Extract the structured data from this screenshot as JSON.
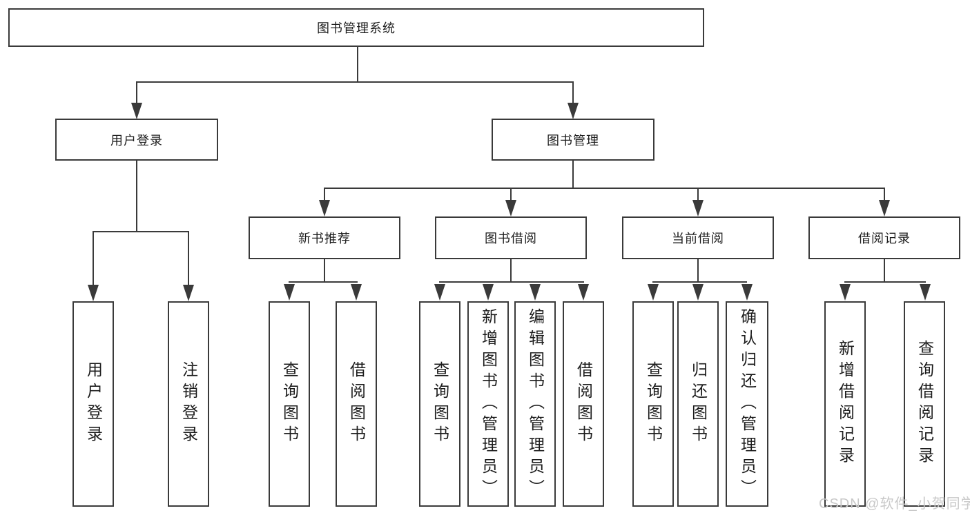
{
  "tree": {
    "root": "图书管理系统",
    "branches": [
      {
        "label": "用户登录",
        "children": [
          "用户登录",
          "注销登录"
        ]
      },
      {
        "label": "图书管理",
        "groups": [
          {
            "label": "新书推荐",
            "children": [
              "查询图书",
              "借阅图书"
            ]
          },
          {
            "label": "图书借阅",
            "children": [
              "查询图书",
              "新增图书（管理员）",
              "编辑图书（管理员）",
              "借阅图书"
            ]
          },
          {
            "label": "当前借阅",
            "children": [
              "查询图书",
              "归还图书",
              "确认归还（管理员）"
            ]
          },
          {
            "label": "借阅记录",
            "children": [
              "新增借阅记录",
              "查询借阅记录"
            ]
          }
        ]
      }
    ]
  },
  "watermark": "CSDN @软件_小贺同学",
  "colors": {
    "line": "#3a3a3a",
    "text": "#1c1c1c",
    "background": "#ffffff",
    "watermark": "#c8c8c8"
  }
}
